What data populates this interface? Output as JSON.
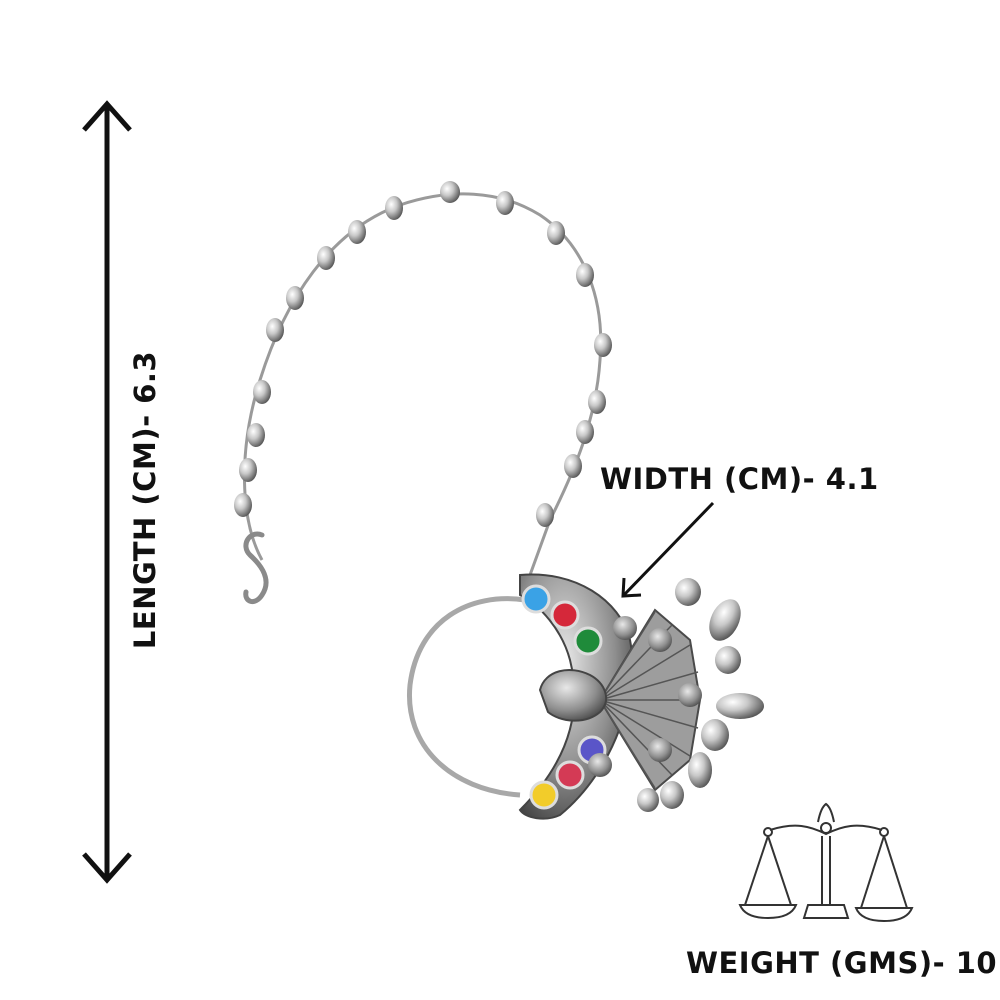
{
  "labels": {
    "length": "LENGTH (CM)- 6.3",
    "width": "WIDTH (CM)- 4.1",
    "weight": "WEIGHT (GMS)- 10"
  },
  "colors": {
    "text": "#111111",
    "silver": "#b9b9b9",
    "stone_blue": "#3aa2e6",
    "stone_red": "#d5283a",
    "stone_green": "#1f8b3a",
    "stone_purple": "#5a55c8",
    "stone_pink": "#d43a55",
    "stone_yellow": "#f2cc2a"
  },
  "icons": {
    "length_arrow": "double-arrow-vertical-icon",
    "width_arrow": "arrow-diagonal-icon",
    "weight": "balance-scale-icon"
  }
}
